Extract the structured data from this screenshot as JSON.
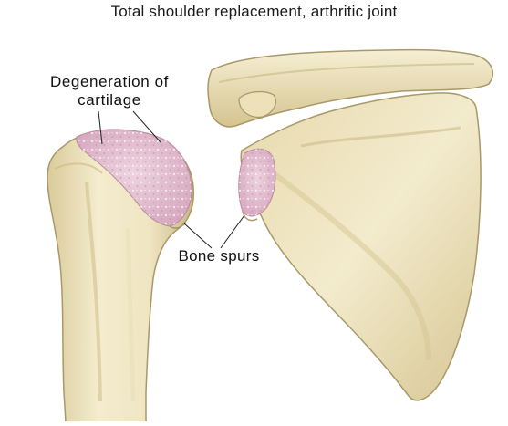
{
  "title": "Total shoulder replacement, arthritic joint",
  "labels": {
    "cartilage_line1": "Degeneration of",
    "cartilage_line2": "cartilage",
    "bone_spurs": "Bone spurs"
  },
  "colors": {
    "bone": "#efe5c2",
    "bone_shadow": "#cdbd89",
    "bone_outline": "#a8986a",
    "cartilage": "#e2bfd0",
    "cartilage_speckle": "#f6eef2",
    "leader_line": "#222222"
  }
}
